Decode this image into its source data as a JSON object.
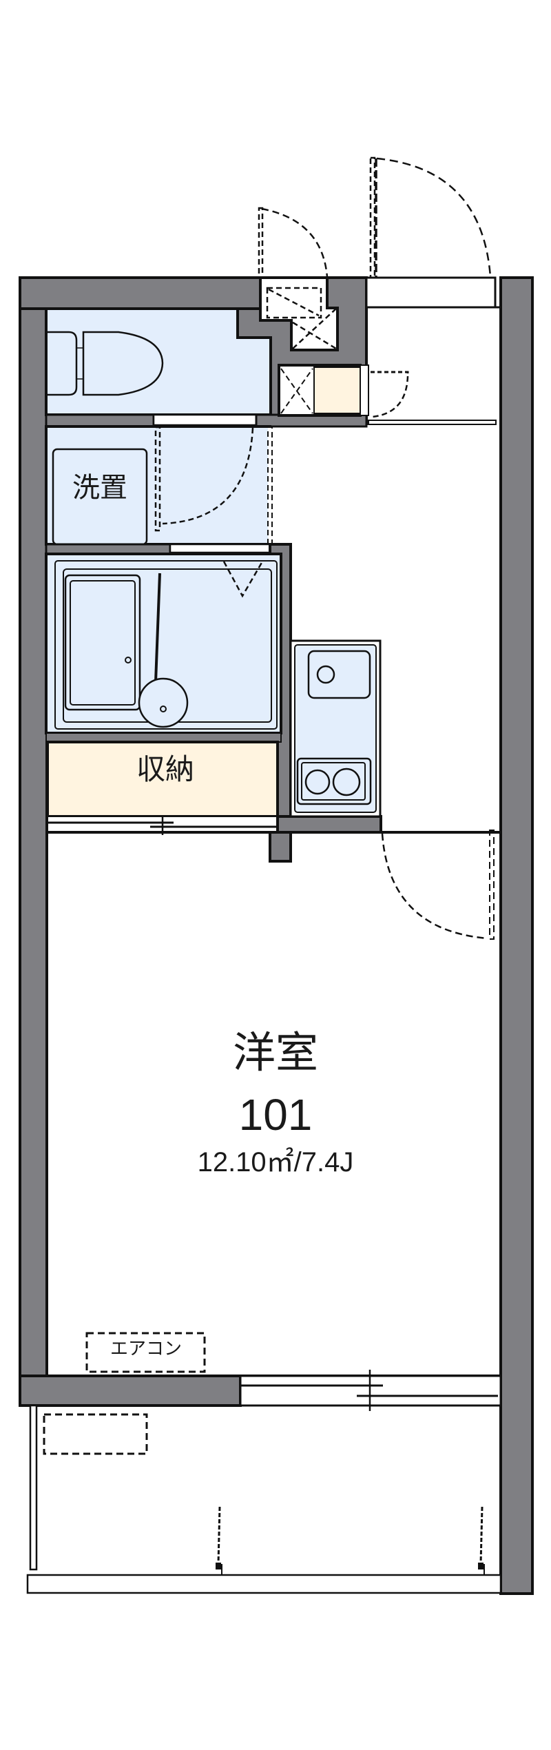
{
  "floor_plan": {
    "unit_number": "101",
    "main_room": {
      "name": "洋室",
      "area": "12.10㎡/7.4J"
    },
    "labels": {
      "washer_space": "洗置",
      "storage": "収納",
      "air_conditioner": "エアコン"
    },
    "rooms": [
      {
        "id": "toilet",
        "fill": "#e3eefc"
      },
      {
        "id": "washroom",
        "fill": "#e3eefc"
      },
      {
        "id": "bathroom",
        "fill": "#e3eefc"
      },
      {
        "id": "storage",
        "fill": "#fff4e0"
      },
      {
        "id": "shoe-cabinet",
        "fill": "#fff4e0"
      },
      {
        "id": "kitchen",
        "fill": "#e3eefc"
      },
      {
        "id": "western-room",
        "fill": "#ffffff"
      },
      {
        "id": "entrance",
        "fill": "#ffffff"
      },
      {
        "id": "balcony",
        "fill": "#ffffff"
      }
    ],
    "colors": {
      "wall": "#7f7f83",
      "line": "#111111",
      "wet_area": "#e3eefc",
      "storage": "#fff4e0"
    }
  }
}
